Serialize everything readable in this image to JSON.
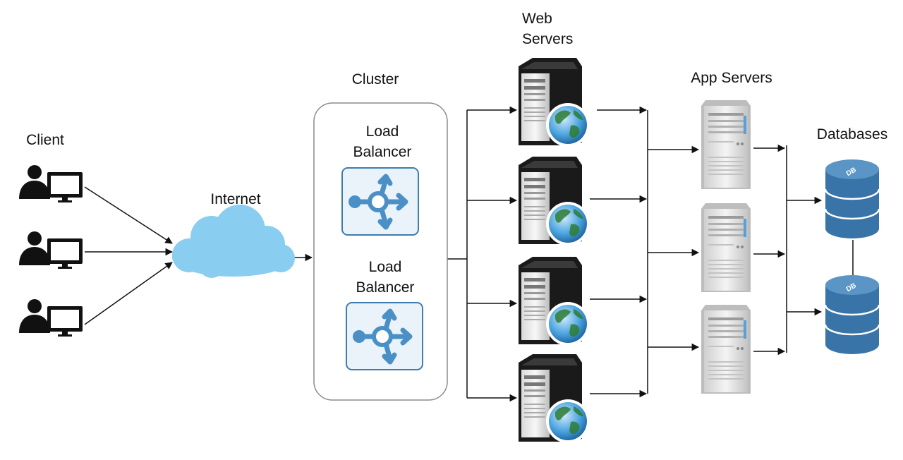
{
  "labels": {
    "client": "Client",
    "internet": "Internet",
    "cluster": "Cluster",
    "load_balancer_1_line1": "Load",
    "load_balancer_1_line2": "Balancer",
    "load_balancer_2_line1": "Load",
    "load_balancer_2_line2": "Balancer",
    "web_servers_line1": "Web",
    "web_servers_line2": "Servers",
    "app_servers": "App Servers",
    "databases": "Databases",
    "db_tag": "DB"
  },
  "counts": {
    "clients": 3,
    "web_servers": 4,
    "app_servers": 3,
    "databases": 2
  },
  "colors": {
    "cloud": "#89CDF1",
    "lb_border": "#3E7DAE",
    "lb_fill": "#EAF3FA",
    "lb_icon": "#4A90C6",
    "db": "#3874A8",
    "db_top": "#5A95C6",
    "lines": "#111111",
    "person": "#111111"
  },
  "icons": [
    "person-computer-icon",
    "cloud-icon",
    "load-balancer-icon",
    "web-server-globe-icon",
    "app-server-icon",
    "database-icon"
  ]
}
